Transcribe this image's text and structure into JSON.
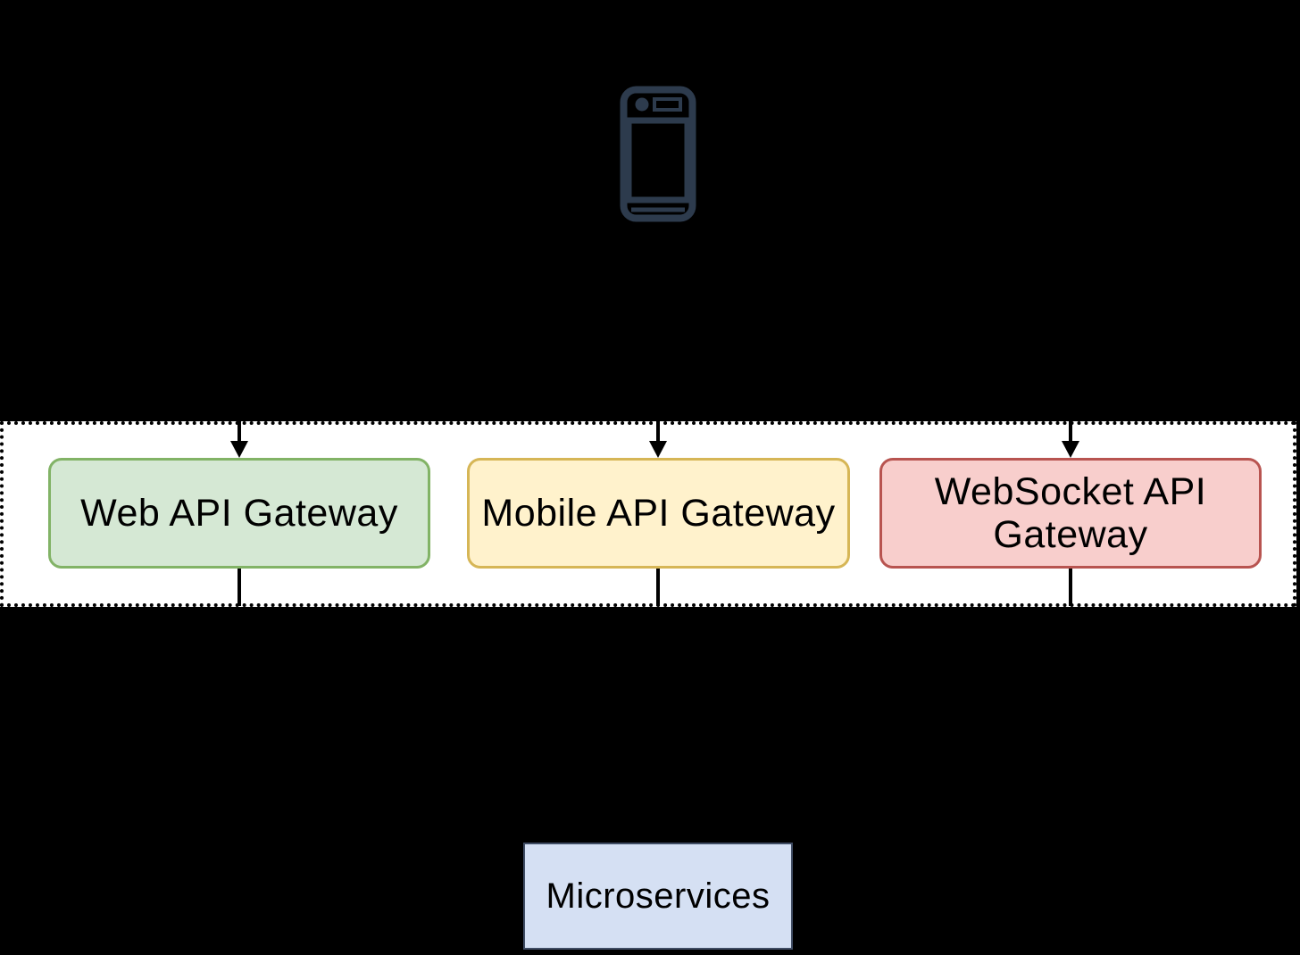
{
  "device": {
    "icon": "smartphone-icon",
    "icon_color": "#2d3b4d"
  },
  "colors": {
    "background": "#000000",
    "band_background": "#ffffff",
    "band_border": "#000000",
    "connector": "#000000",
    "node_text": "#000000"
  },
  "band": {
    "gateways": [
      {
        "label": "Web API Gateway",
        "fill": "#d5e8d4",
        "border": "#82b366"
      },
      {
        "label": "Mobile API Gateway",
        "fill": "#fff2cc",
        "border": "#d6b656"
      },
      {
        "label": "WebSocket API Gateway",
        "fill": "#f8cecc",
        "border": "#b85450"
      }
    ]
  },
  "microservices": {
    "label": "Microservices",
    "fill": "#d5e0f3",
    "border": "#3f4c63"
  }
}
